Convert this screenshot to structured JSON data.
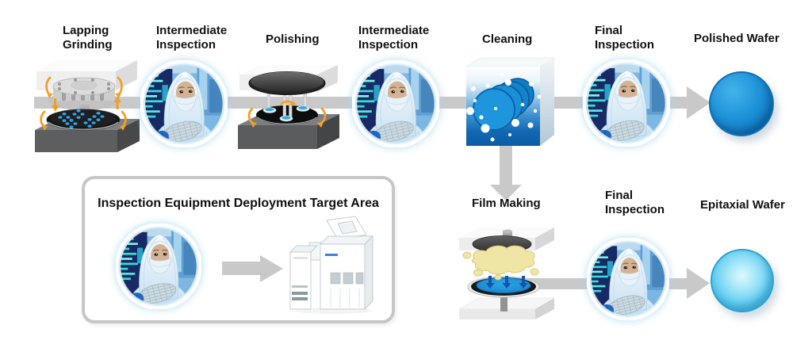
{
  "flow_top": {
    "steps": [
      {
        "label": "Lapping Grinding",
        "icon": "lapping-grinding-machine-icon"
      },
      {
        "label": "Intermediate Inspection",
        "icon": "inspector-photo-icon"
      },
      {
        "label": "Polishing",
        "icon": "polishing-machine-icon"
      },
      {
        "label": "Intermediate Inspection",
        "icon": "inspector-photo-icon"
      },
      {
        "label": "Cleaning",
        "icon": "cleaning-tank-icon"
      },
      {
        "label": "Final Inspection",
        "icon": "inspector-photo-icon"
      },
      {
        "label": "Polished Wafer",
        "icon": "polished-wafer-icon"
      }
    ]
  },
  "flow_bottom": {
    "steps": [
      {
        "label": "Film Making",
        "icon": "film-making-machine-icon"
      },
      {
        "label": "Final Inspection",
        "icon": "inspector-photo-icon"
      },
      {
        "label": "Epitaxial Wafer",
        "icon": "epitaxial-wafer-icon"
      }
    ]
  },
  "target_area": {
    "title": "Inspection Equipment Deployment Target Area",
    "icons": [
      "inspector-photo-icon",
      "inspection-equipment-icon"
    ]
  },
  "colors": {
    "flow_arrow": "#c9c9c9",
    "label_text": "#111111",
    "rotation_arrow_orange": "#f0a028",
    "wafer_blue": "#1e96dd",
    "polished_wafer_blue": "#1f93da",
    "epitaxial_wafer_blue": "#62cdf0",
    "cleaning_tank_blue": "#1268b2",
    "film_yellow": "#efe5a4",
    "target_area_border": "#c6c6c6"
  }
}
